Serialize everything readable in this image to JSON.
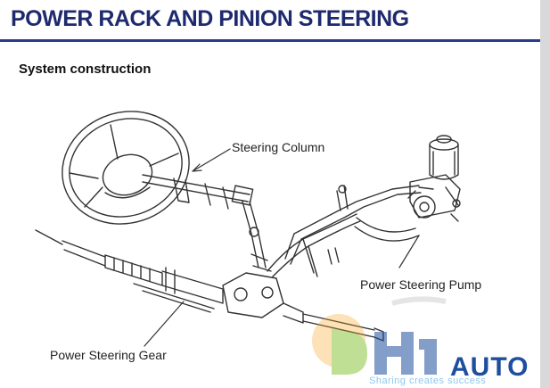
{
  "page": {
    "title": "POWER RACK AND PINION STEERING",
    "subtitle": "System construction"
  },
  "labels": {
    "steering_column": "Steering Column",
    "power_steering_pump": "Power Steering Pump",
    "power_steering_gear": "Power Steering Gear"
  },
  "watermark": {
    "brand": "AUTO",
    "slogan": "Sharing creates success"
  },
  "colors": {
    "title": "#1e2a6e",
    "title_rule": "#2b3a8c",
    "line_art": "#333333",
    "watermark_blue": "#1d4f9e",
    "watermark_orange": "#f6a623",
    "watermark_green": "#8cc63f"
  }
}
